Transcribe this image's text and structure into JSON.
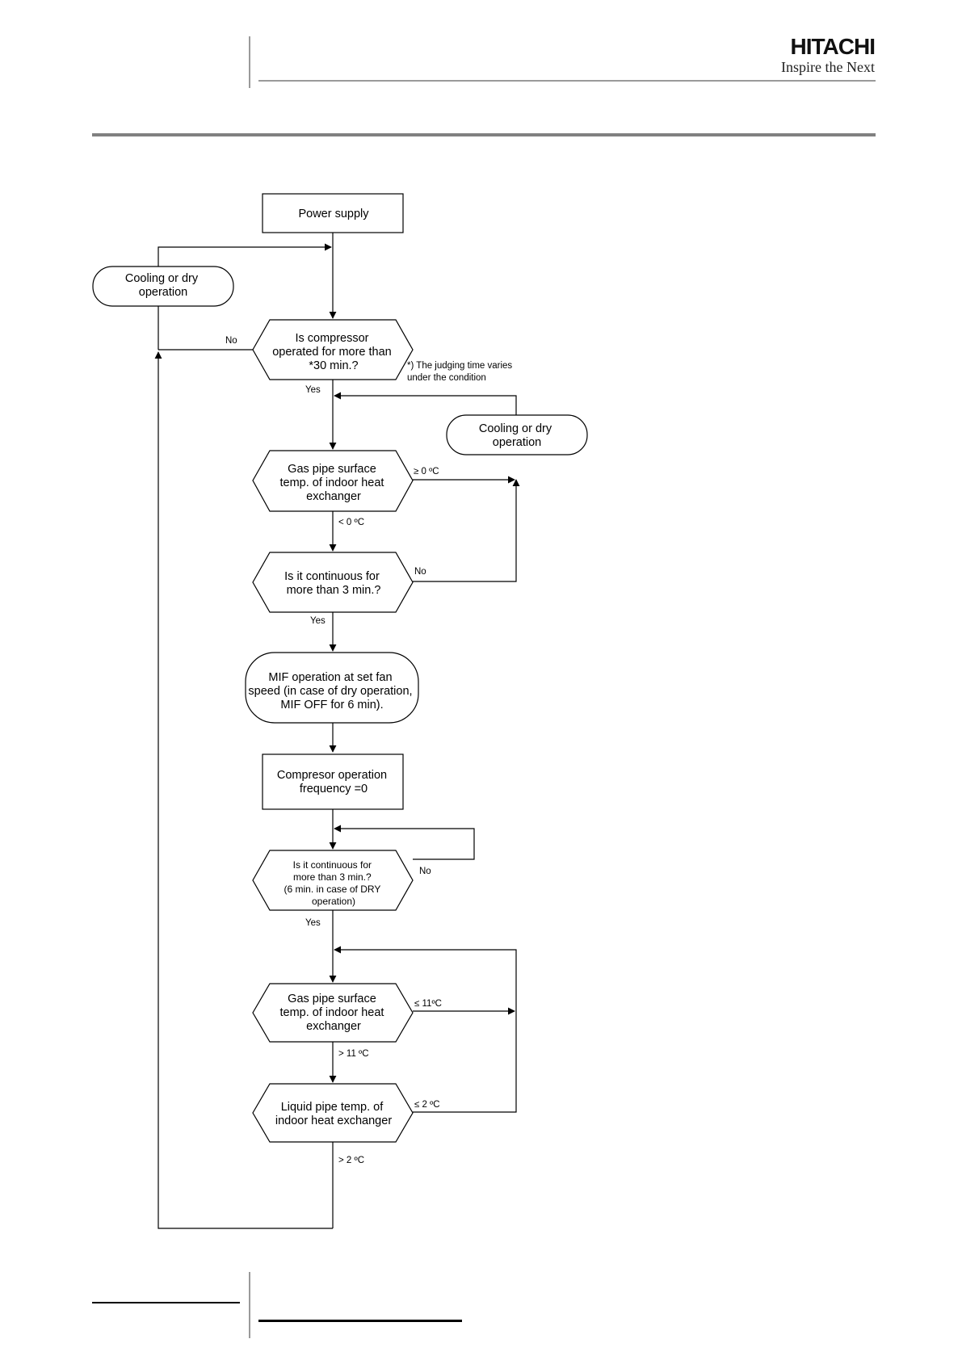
{
  "header": {
    "brand": "HITACHI",
    "tagline": "Inspire the Next"
  },
  "flowchart": {
    "power_supply": [
      "Power supply"
    ],
    "cooling_left": [
      "Cooling or dry",
      "operation"
    ],
    "d_compressor": [
      "Is compressor",
      "operated for more than",
      "*30 min.?"
    ],
    "note": [
      "*) The judging time varies",
      "under the condition"
    ],
    "cooling_right": [
      "Cooling or dry",
      "operation"
    ],
    "d_gas1": [
      "Gas pipe surface",
      "temp. of indoor heat",
      "exchanger"
    ],
    "d_cont1": [
      "Is it continuous for",
      "more than 3 min.?"
    ],
    "mif": [
      "MIF operation at set fan",
      "speed (in case of dry operation,",
      "MIF OFF for 6 min)."
    ],
    "compressor_freq": [
      "Compresor operation",
      "frequency =0"
    ],
    "d_cont2": [
      "Is it continuous for",
      "more than 3 min.?",
      "(6 min. in case of DRY",
      "operation)"
    ],
    "d_gas2": [
      "Gas pipe surface",
      "temp. of indoor heat",
      "exchanger"
    ],
    "d_liquid": [
      "Liquid pipe temp. of",
      "indoor heat exchanger"
    ],
    "labels": {
      "no_compressor": "No",
      "yes_compressor": "Yes",
      "ge_0": "≥ 0 ºC",
      "lt_0": "< 0 ºC",
      "no_cont1": "No",
      "yes_cont1": "Yes",
      "no_cont2": "No",
      "yes_cont2": "Yes",
      "le_11": "≤ 11ºC",
      "gt_11": "> 11 ºC",
      "le_2": "≤ 2 ºC",
      "gt_2": "> 2 ºC"
    }
  }
}
